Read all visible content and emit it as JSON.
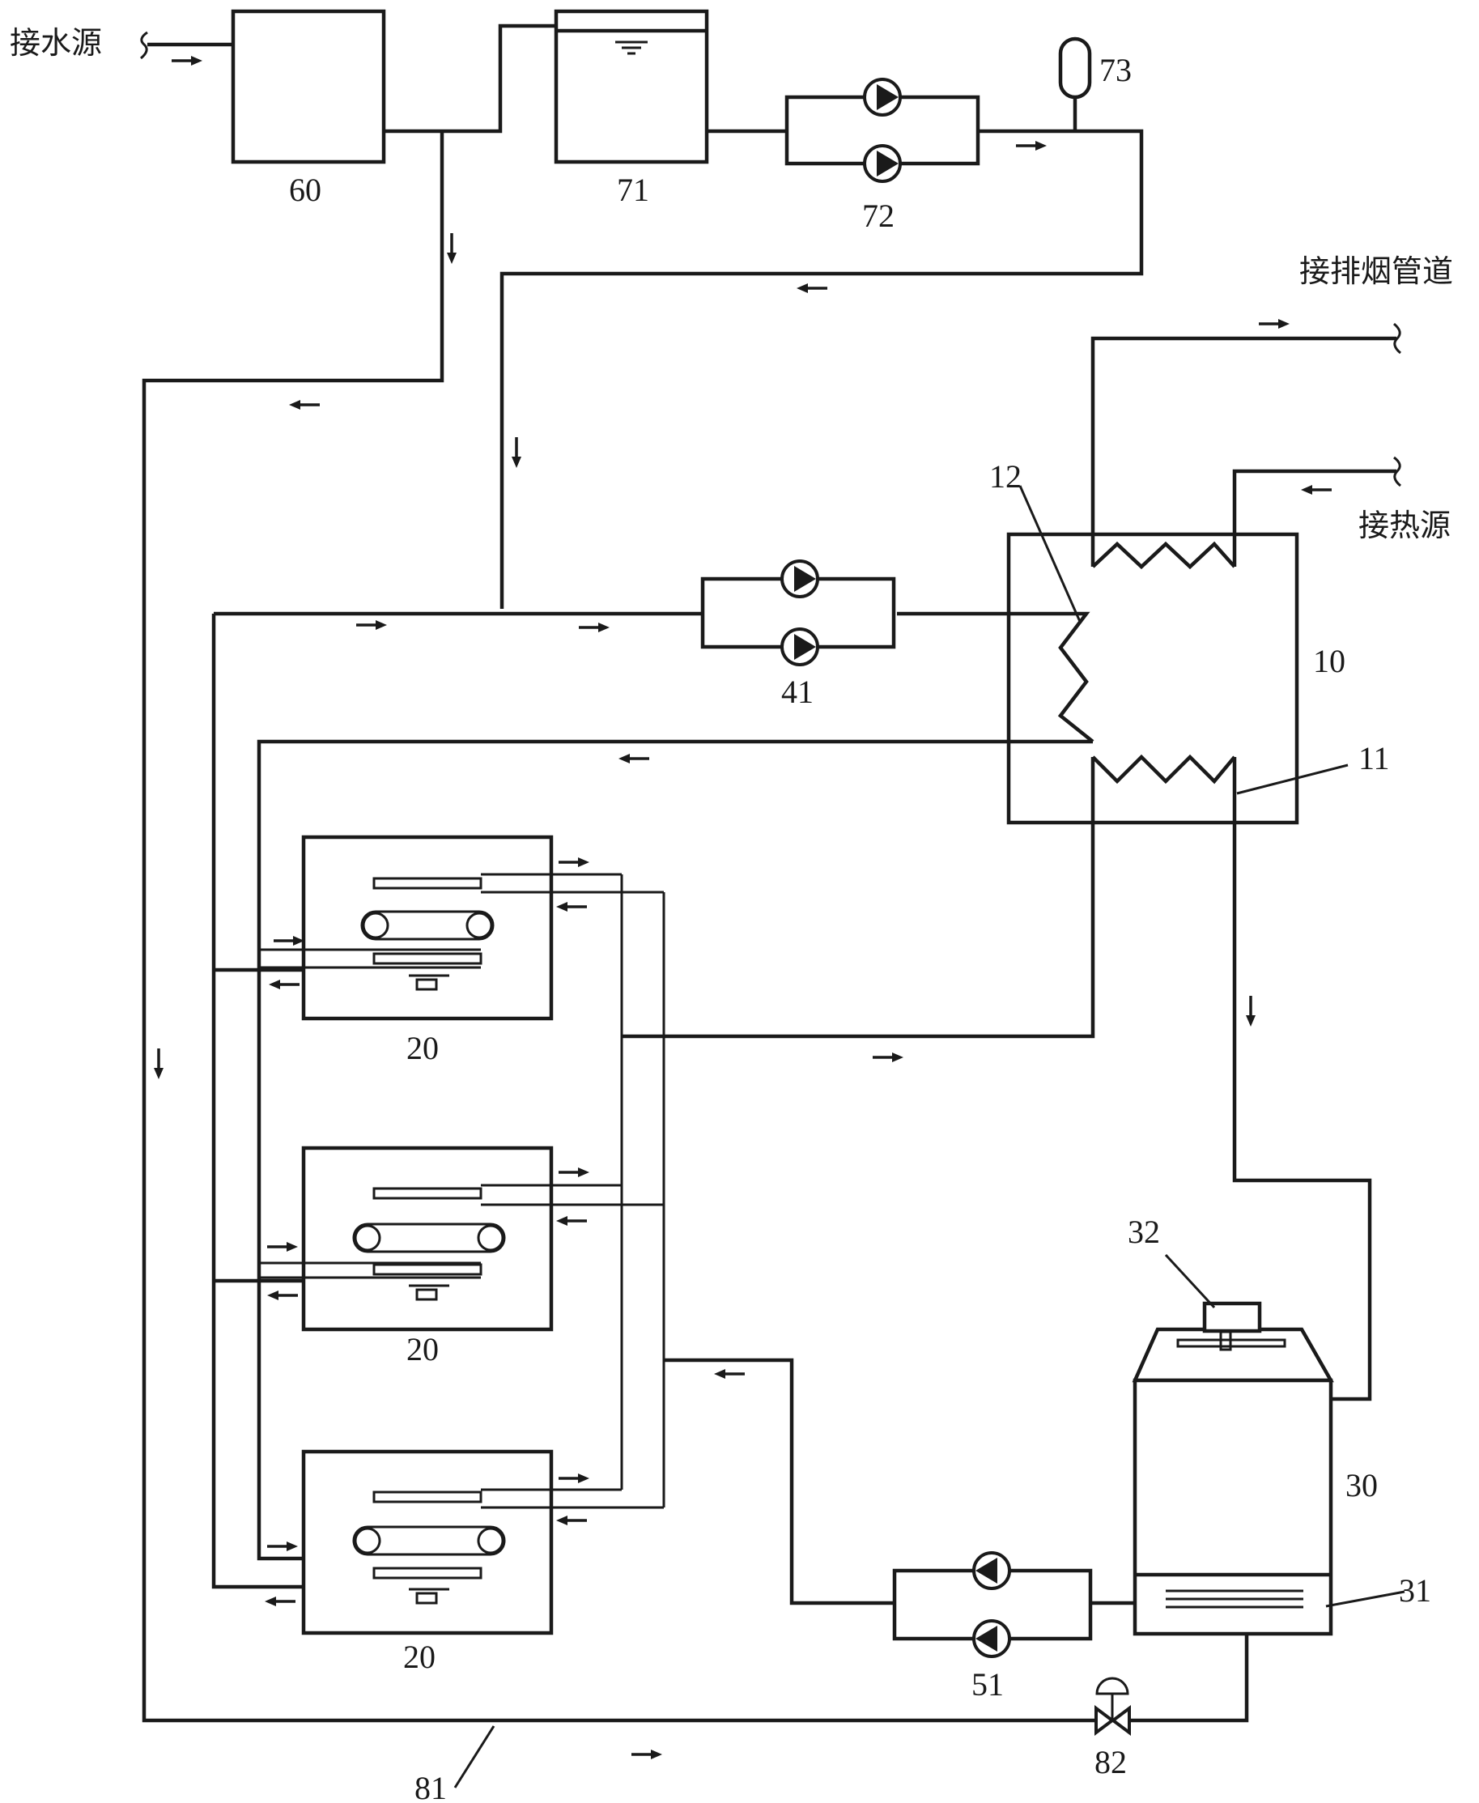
{
  "labels": {
    "water_source": "接水源",
    "exhaust": "接排烟管道",
    "heat_source": "接热源"
  },
  "numbers": {
    "n60": "60",
    "n71": "71",
    "n72": "72",
    "n73": "73",
    "n12": "12",
    "n10": "10",
    "n11": "11",
    "n41": "41",
    "n20a": "20",
    "n20b": "20",
    "n20c": "20",
    "n32": "32",
    "n30": "30",
    "n31": "31",
    "n51": "51",
    "n81": "81",
    "n82": "82"
  }
}
